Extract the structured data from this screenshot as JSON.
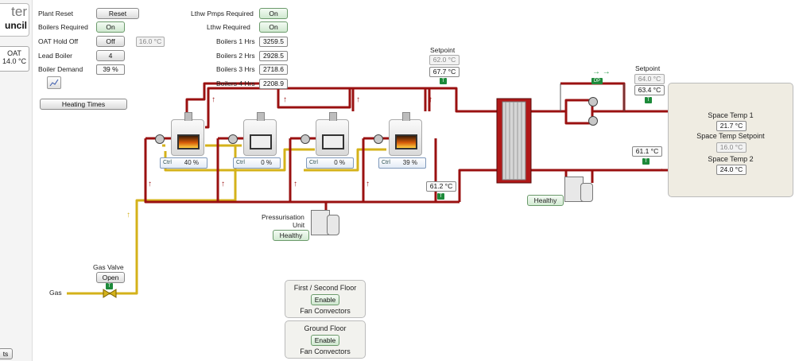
{
  "left_header": {
    "line1": "ter",
    "line2": "uncil"
  },
  "oat": {
    "label": "OAT",
    "value": "14.0 °C"
  },
  "left_bottom_button": "ts",
  "controls": {
    "plant_reset": {
      "label": "Plant Reset",
      "button": "Reset"
    },
    "boilers_required": {
      "label": "Boilers Required",
      "value": "On"
    },
    "oat_hold_off": {
      "label": "OAT Hold Off",
      "value": "Off",
      "setpoint": "16.0 °C"
    },
    "lead_boiler": {
      "label": "Lead Boiler",
      "value": "4"
    },
    "boiler_demand": {
      "label": "Boiler Demand",
      "value": "39 %"
    },
    "heating_times": "Heating Times"
  },
  "status": {
    "lthw_pumps_required": {
      "label": "Lthw Pmps Required",
      "value": "On"
    },
    "lthw_required": {
      "label": "Lthw Required",
      "value": "On"
    },
    "boilers_hours": [
      {
        "label": "Boilers 1 Hrs",
        "value": "3259.5"
      },
      {
        "label": "Boilers 2 Hrs",
        "value": "2928.5"
      },
      {
        "label": "Boilers 3 Hrs",
        "value": "2718.6"
      },
      {
        "label": "Boilers 4 Hrs",
        "value": "2208.9"
      }
    ]
  },
  "boilers": [
    {
      "ctrl_label": "Ctrl",
      "ctrl_value": "40 %",
      "firing": true
    },
    {
      "ctrl_label": "Ctrl",
      "ctrl_value": "0 %",
      "firing": false
    },
    {
      "ctrl_label": "Ctrl",
      "ctrl_value": "0 %",
      "firing": false
    },
    {
      "ctrl_label": "Ctrl",
      "ctrl_value": "39 %",
      "firing": true
    }
  ],
  "primary_flow": {
    "label": "Setpoint",
    "setpoint": "62.0 °C",
    "temp": "67.7 °C",
    "badge": "T"
  },
  "primary_return": {
    "temp": "61.2 °C",
    "badge": "T"
  },
  "secondary_flow": {
    "label": "Setpoint",
    "setpoint": "64.0 °C",
    "temp": "63.4 °C",
    "badge": "T",
    "dp_badge": "DP"
  },
  "secondary_return": {
    "temp": "61.1 °C",
    "badge": "T"
  },
  "pressurisation": {
    "label_line1": "Pressurisation",
    "label_line2": "Unit",
    "status": "Healthy"
  },
  "secondary_pumps": {
    "status": "Healthy"
  },
  "space": {
    "temp1_label": "Space Temp 1",
    "temp1": "21.7 °C",
    "setpoint_label": "Space Temp Setpoint",
    "setpoint": "16.0 °C",
    "temp2_label": "Space Temp 2",
    "temp2": "24.0 °C"
  },
  "gas": {
    "label": "Gas",
    "valve_label": "Gas Valve",
    "valve_state": "Open",
    "valve_badge": "T"
  },
  "zones": [
    {
      "title": "First / Second Floor",
      "button": "Enable",
      "subtitle": "Fan Convectors"
    },
    {
      "title": "Ground Floor",
      "button": "Enable",
      "subtitle": "Fan Convectors"
    }
  ],
  "colors": {
    "flow_pipe": "#9a1010",
    "gas_pipe": "#d4b21a",
    "accent_green": "#1d8a3a"
  }
}
